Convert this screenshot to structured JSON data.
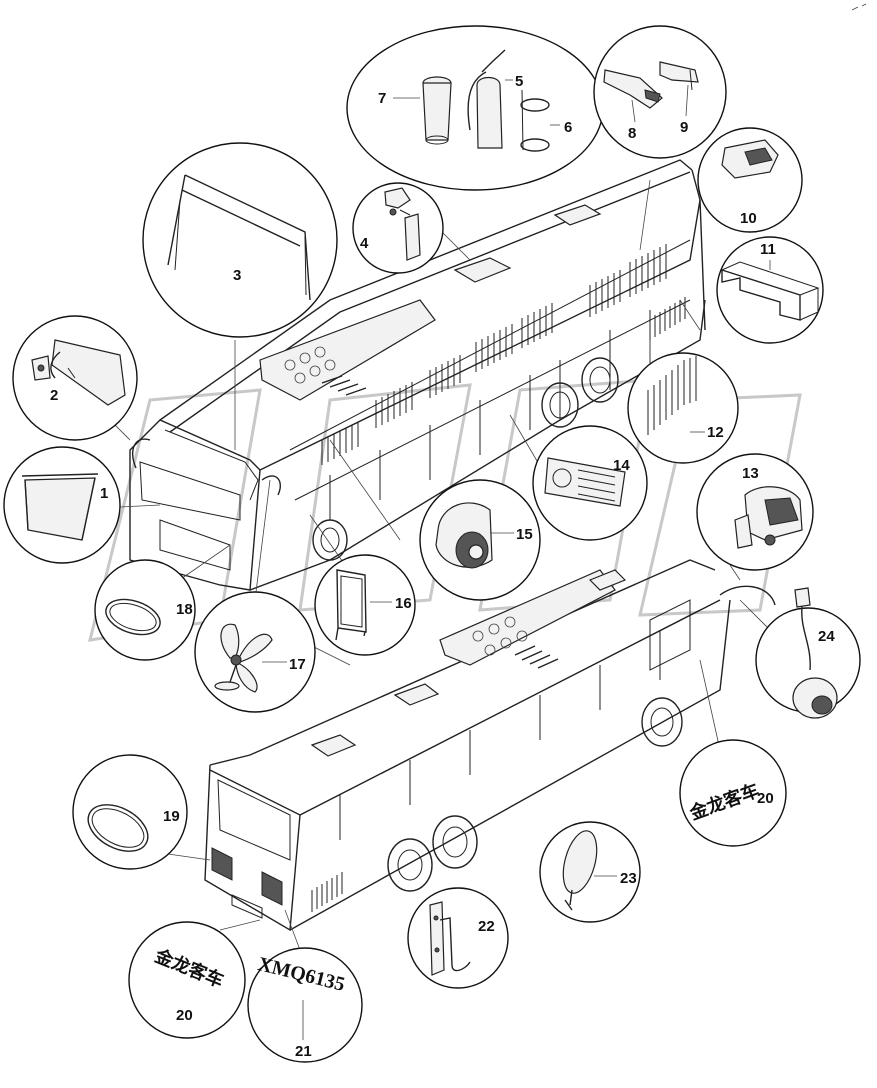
{
  "callouts": {
    "c1": "1",
    "c2": "2",
    "c3": "3",
    "c4": "4",
    "c5": "5",
    "c6": "6",
    "c7": "7",
    "c8": "8",
    "c9": "9",
    "c10": "10",
    "c11": "11",
    "c12": "12",
    "c13": "13",
    "c14": "14",
    "c15": "15",
    "c16": "16",
    "c17": "17",
    "c18": "18",
    "c19": "19",
    "c20a": "20",
    "c20b": "20",
    "c21": "21",
    "c22": "22",
    "c23": "23",
    "c24": "24"
  },
  "plate_text": "XMQ6135",
  "emblem_text": "金龙客车",
  "watermark_text": "OPEX"
}
